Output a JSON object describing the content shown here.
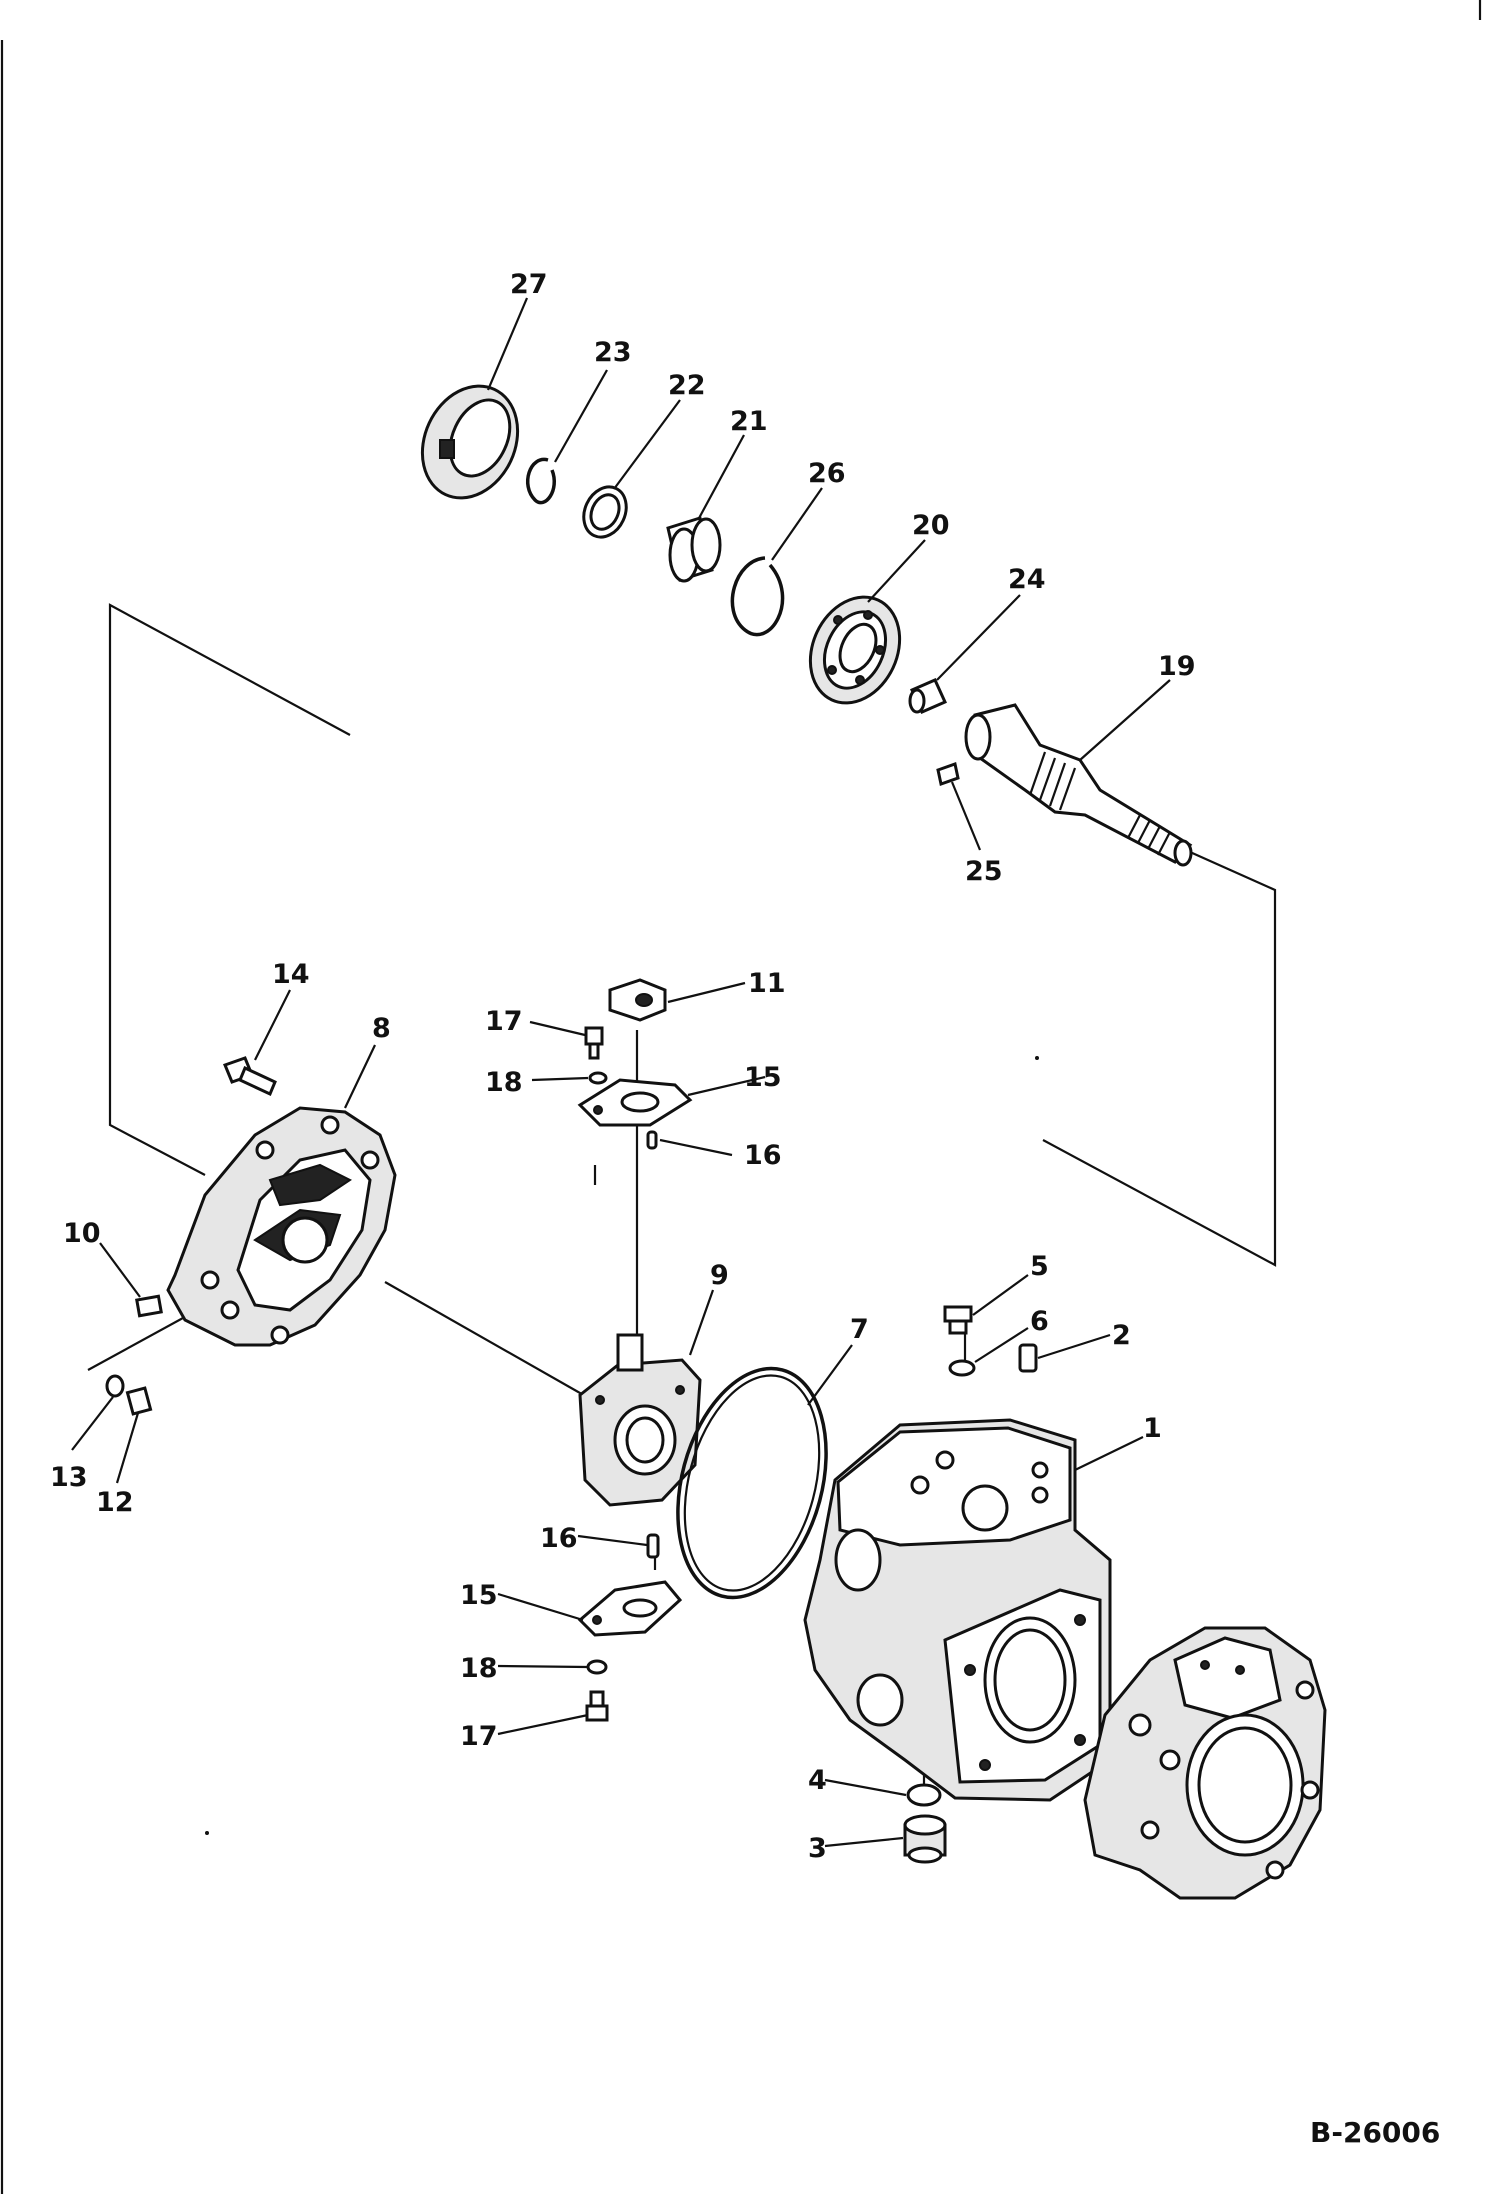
{
  "drawing_code": "B-26006",
  "callouts": [
    {
      "id": "c27",
      "text": "27"
    },
    {
      "id": "c23",
      "text": "23"
    },
    {
      "id": "c22",
      "text": "22"
    },
    {
      "id": "c21",
      "text": "21"
    },
    {
      "id": "c26",
      "text": "26"
    },
    {
      "id": "c20",
      "text": "20"
    },
    {
      "id": "c24",
      "text": "24"
    },
    {
      "id": "c19",
      "text": "19"
    },
    {
      "id": "c25",
      "text": "25"
    },
    {
      "id": "c14",
      "text": "14"
    },
    {
      "id": "c8",
      "text": "8"
    },
    {
      "id": "c17a",
      "text": "17"
    },
    {
      "id": "c11",
      "text": "11"
    },
    {
      "id": "c18a",
      "text": "18"
    },
    {
      "id": "c15a",
      "text": "15"
    },
    {
      "id": "c16a",
      "text": "16"
    },
    {
      "id": "c10",
      "text": "10"
    },
    {
      "id": "c9",
      "text": "9"
    },
    {
      "id": "c5",
      "text": "5"
    },
    {
      "id": "c6",
      "text": "6"
    },
    {
      "id": "c2",
      "text": "2"
    },
    {
      "id": "c7",
      "text": "7"
    },
    {
      "id": "c1",
      "text": "1"
    },
    {
      "id": "c13",
      "text": "13"
    },
    {
      "id": "c12",
      "text": "12"
    },
    {
      "id": "c16b",
      "text": "16"
    },
    {
      "id": "c15b",
      "text": "15"
    },
    {
      "id": "c18b",
      "text": "18"
    },
    {
      "id": "c17b",
      "text": "17"
    },
    {
      "id": "c4",
      "text": "4"
    },
    {
      "id": "c3",
      "text": "3"
    }
  ]
}
